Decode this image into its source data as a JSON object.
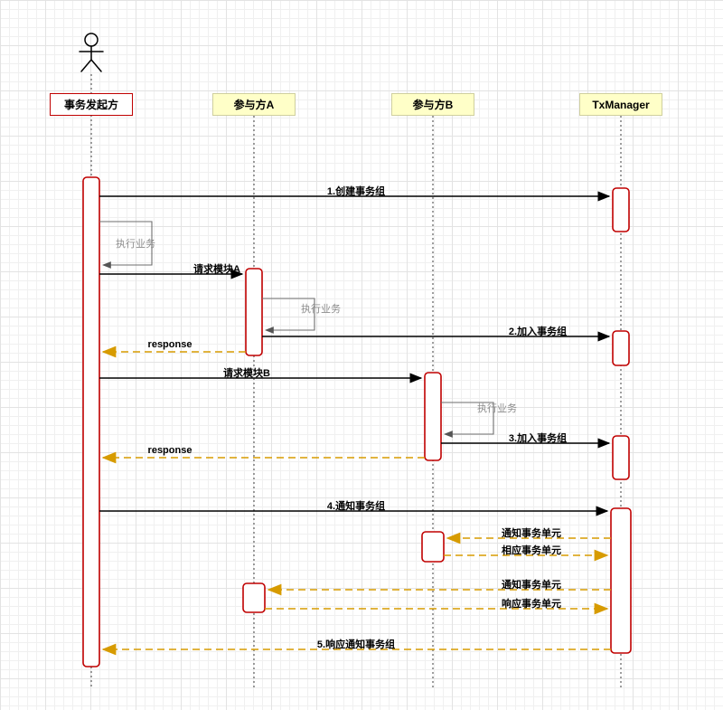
{
  "diagram_type": "uml-sequence",
  "lifelines": [
    {
      "label": "事务发起方",
      "kind": "actor",
      "header_fill": "#FFFFFF"
    },
    {
      "label": "参与方A",
      "kind": "participant",
      "header_fill": "#FFFFC8"
    },
    {
      "label": "参与方B",
      "kind": "participant",
      "header_fill": "#FFFFC8"
    },
    {
      "label": "TxManager",
      "kind": "participant",
      "header_fill": "#FFFFC8"
    }
  ],
  "messages": [
    {
      "label": "1.创建事务组",
      "from": "事务发起方",
      "to": "TxManager",
      "style": "solid"
    },
    {
      "label": "执行业务",
      "from": "事务发起方",
      "to": "事务发起方",
      "style": "self"
    },
    {
      "label": "请求模块A",
      "from": "事务发起方",
      "to": "参与方A",
      "style": "solid"
    },
    {
      "label": "执行业务",
      "from": "参与方A",
      "to": "参与方A",
      "style": "self"
    },
    {
      "label": "2.加入事务组",
      "from": "参与方A",
      "to": "TxManager",
      "style": "solid"
    },
    {
      "label": "response",
      "from": "参与方A",
      "to": "事务发起方",
      "style": "dashed"
    },
    {
      "label": "请求模块B",
      "from": "事务发起方",
      "to": "参与方B",
      "style": "solid"
    },
    {
      "label": "执行业务",
      "from": "参与方B",
      "to": "参与方B",
      "style": "self"
    },
    {
      "label": "3.加入事务组",
      "from": "参与方B",
      "to": "TxManager",
      "style": "solid"
    },
    {
      "label": "response",
      "from": "参与方B",
      "to": "事务发起方",
      "style": "dashed"
    },
    {
      "label": "4.通知事务组",
      "from": "事务发起方",
      "to": "TxManager",
      "style": "solid"
    },
    {
      "label": "通知事务单元",
      "from": "TxManager",
      "to": "参与方B",
      "style": "dashed"
    },
    {
      "label": "相应事务单元",
      "from": "参与方B",
      "to": "TxManager",
      "style": "dashed"
    },
    {
      "label": "通知事务单元",
      "from": "TxManager",
      "to": "参与方A",
      "style": "dashed"
    },
    {
      "label": "响应事务单元",
      "from": "参与方A",
      "to": "TxManager",
      "style": "dashed"
    },
    {
      "label": "5.响应通知事务组",
      "from": "TxManager",
      "to": "事务发起方",
      "style": "dashed"
    }
  ],
  "colors": {
    "solid_arrow": "#000000",
    "dashed_arrow": "#D79B00",
    "activation_border": "#C00000",
    "activation_fill": "#FFFFFF",
    "participant_fill": "#FFFFC8",
    "initiator_fill": "#FFFFFF",
    "self_message_text": "#8C8C8C",
    "lifeline": "#3D3D3D"
  }
}
